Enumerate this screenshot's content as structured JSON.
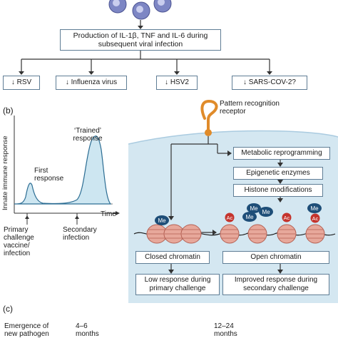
{
  "panel_a": {
    "production_text": "Production of IL-1β, TNF and IL-6 during subsequent viral infection",
    "outcomes": [
      "↓ RSV",
      "↓ Influenza virus",
      "↓ HSV2",
      "↓ SARS-COV-2?"
    ]
  },
  "panel_b": {
    "label": "(b)",
    "ylabel": "Innate immune response",
    "xlabel": "Time",
    "first_response": "First response",
    "trained_response": "‘Trained’ response",
    "primary_challenge": "Primary challenge vaccine/ infection",
    "secondary_infection": "Secondary infection",
    "receptor": "Pattern recognition receptor",
    "steps": [
      "Metabolic reprogramming",
      "Epigenetic enzymes",
      "Histone modifications"
    ],
    "closed_chromatin": "Closed chromatin",
    "open_chromatin": "Open chromatin",
    "low_response": "Low response during primary challenge",
    "improved_response": "Improved response during secondary challenge",
    "me_label": "Me",
    "ac_label": "Ac"
  },
  "panel_c": {
    "label": "(c)",
    "row_label": "Emergence of new pathogen",
    "t1": "4–6 months",
    "t2": "12–24 months"
  },
  "colors": {
    "cell_bg": "#d4e7f1",
    "box_border": "#5f7d95",
    "curve_fill": "#cde6f1",
    "me": "#1e4e78",
    "ac": "#c4342d",
    "receptor": "#e08b2a",
    "nucleosome": "#e7a89b"
  }
}
